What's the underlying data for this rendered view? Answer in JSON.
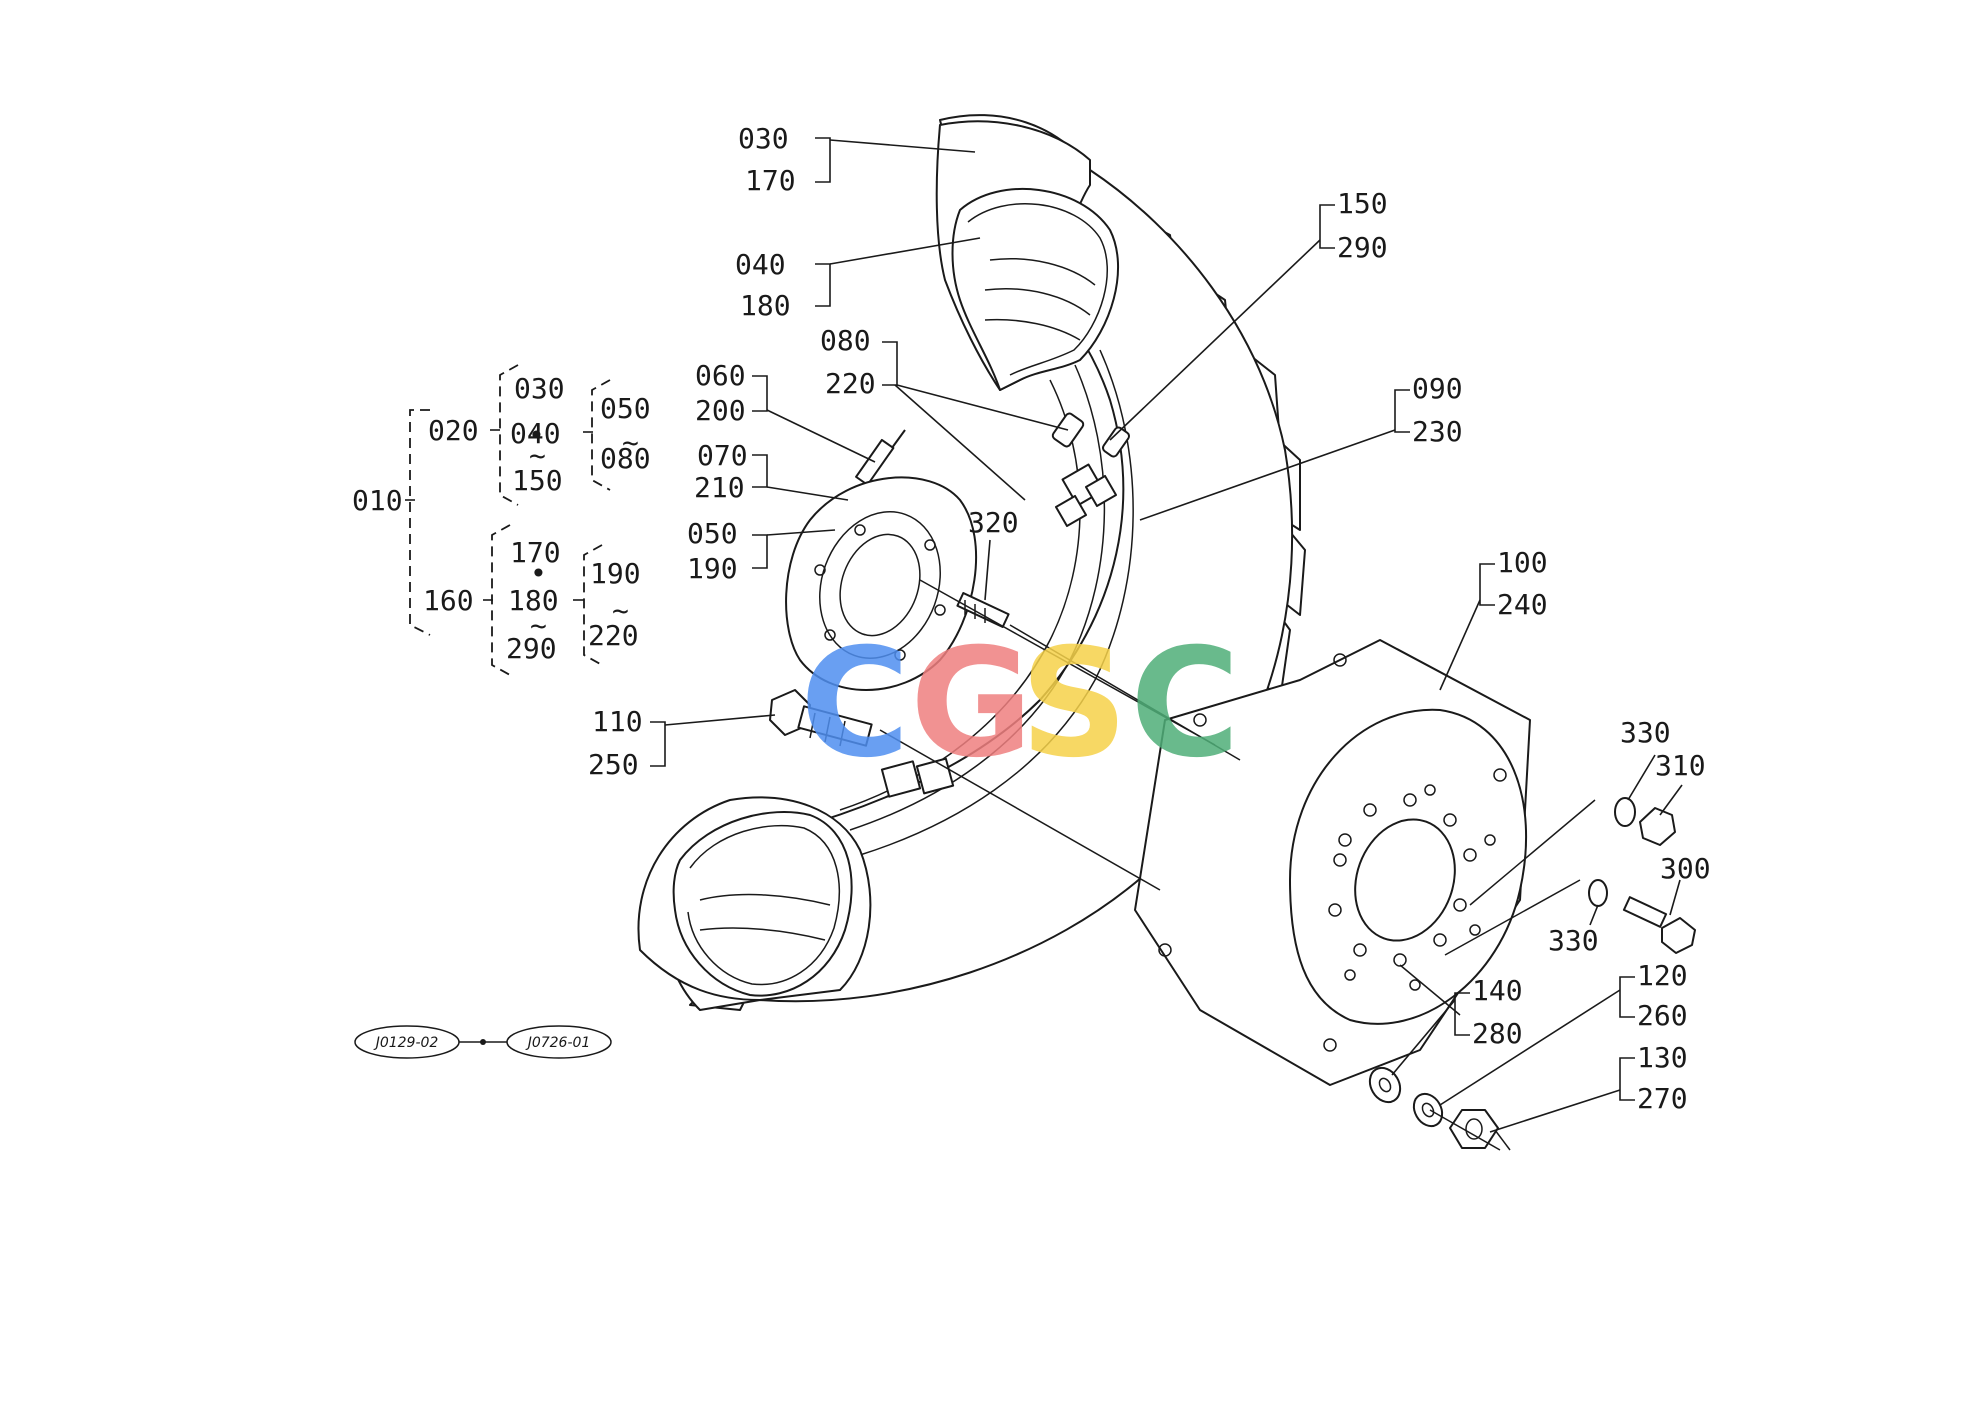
{
  "callouts": {
    "c030": "030",
    "c170": "170",
    "c040": "040",
    "c180": "180",
    "c150": "150",
    "c290": "290",
    "c080": "080",
    "c220": "220",
    "c060": "060",
    "c200": "200",
    "c070": "070",
    "c210": "210",
    "c050": "050",
    "c190": "190",
    "c320": "320",
    "c090": "090",
    "c230": "230",
    "c100": "100",
    "c240": "240",
    "c110": "110",
    "c250": "250",
    "c330a": "330",
    "c310": "310",
    "c300": "300",
    "c330b": "330",
    "c140": "140",
    "c280": "280",
    "c120": "120",
    "c260": "260",
    "c130": "130",
    "c270": "270"
  },
  "tree": {
    "root": "010",
    "g1": "020",
    "g1_a": "030",
    "g1_b": "040",
    "g1_c": "150",
    "g1_s1": "050",
    "g1_s2": "080",
    "g2": "160",
    "g2_a": "170",
    "g2_b": "180",
    "g2_c": "290",
    "g2_s1": "190",
    "g2_s2": "220"
  },
  "refs": {
    "ref1": "J0129-02",
    "ref2": "J0726-01"
  },
  "watermark": {
    "letters": [
      "C",
      "G",
      "S",
      "C"
    ],
    "colors": [
      "#4f8ff0",
      "#ef7f7f",
      "#f6d24a",
      "#4fae78"
    ]
  },
  "colors": {
    "line": "#1a1a1a",
    "background": "#ffffff"
  }
}
